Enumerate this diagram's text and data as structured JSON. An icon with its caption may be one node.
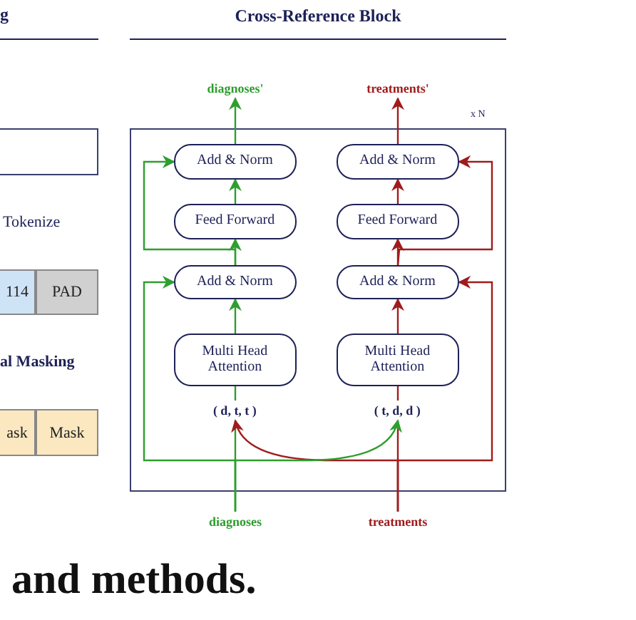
{
  "diagram": {
    "title": "Cross-Reference Block",
    "nodes": [
      {
        "text": [],
        "shape": "box"
      },
      {
        "text": [
          "Add & Norm"
        ],
        "in": 0
      },
      {
        "text": [
          "Feed Forward"
        ],
        "in": 0
      },
      {
        "text": [
          "Add & Norm"
        ],
        "in": 0
      },
      {
        "text": [
          "Multi Head Attention"
        ],
        "in": 0
      },
      {
        "text": [
          "Add & Norm"
        ],
        "in": 0
      },
      {
        "text": [
          "Feed Forward"
        ],
        "in": 0
      },
      {
        "text": [
          "Add & Norm"
        ],
        "in": 0
      },
      {
        "text": [
          "Multi Head Attention"
        ],
        "in": 0
      },
      {
        "text": [
          "( d, t, t )"
        ],
        "in": 0
      },
      {
        "text": [
          "( t, d, d )"
        ],
        "in": 0
      },
      {
        "text": [
          "diagnoses'"
        ]
      },
      {
        "text": [
          "treatments'"
        ]
      },
      {
        "text": [
          "diagnoses"
        ]
      },
      {
        "text": [
          "treatments"
        ]
      },
      {
        "text": [],
        "shape": "box"
      }
    ],
    "edges": [
      {
        "from": 4,
        "to": 3,
        "arrow": "to",
        "color": "#2e9e2e"
      },
      {
        "from": 3,
        "to": 2,
        "arrow": "to",
        "color": "#2e9e2e"
      },
      {
        "from": 2,
        "to": 1,
        "arrow": "to",
        "color": "#2e9e2e"
      },
      {
        "from": 1,
        "to": 11,
        "arrow": "to",
        "color": "#2e9e2e"
      },
      {
        "from": 3,
        "to": 1,
        "arrow": "to",
        "color": "#2e9e2e"
      },
      {
        "from": 13,
        "to": 3,
        "arrow": "to",
        "color": "#2e9e2e"
      },
      {
        "from": 9,
        "to": 4,
        "arrow": "none",
        "color": "#2e9e2e"
      },
      {
        "from": 13,
        "to": 9,
        "arrow": "none",
        "color": "#2e9e2e"
      },
      {
        "from": 14,
        "to": 9,
        "arrow": "to",
        "color": "#a01c1c"
      },
      {
        "from": 8,
        "to": 7,
        "arrow": "to",
        "color": "#a01c1c"
      },
      {
        "from": 7,
        "to": 6,
        "arrow": "to",
        "color": "#a01c1c"
      },
      {
        "from": 6,
        "to": 5,
        "arrow": "to",
        "color": "#a01c1c"
      },
      {
        "from": 5,
        "to": 12,
        "arrow": "to",
        "color": "#a01c1c"
      },
      {
        "from": 7,
        "to": 5,
        "arrow": "to",
        "color": "#a01c1c"
      },
      {
        "from": 14,
        "to": 7,
        "arrow": "to",
        "color": "#a01c1c"
      },
      {
        "from": 10,
        "to": 8,
        "arrow": "none",
        "color": "#a01c1c"
      },
      {
        "from": 14,
        "to": 10,
        "arrow": "none",
        "color": "#a01c1c"
      },
      {
        "from": 13,
        "to": 10,
        "arrow": "to",
        "color": "#2e9e2e"
      }
    ],
    "labels": [
      "g",
      "Tokenize",
      "114",
      "PAD",
      "al Masking",
      "ask",
      "Mask",
      "x N",
      "and methods."
    ]
  }
}
